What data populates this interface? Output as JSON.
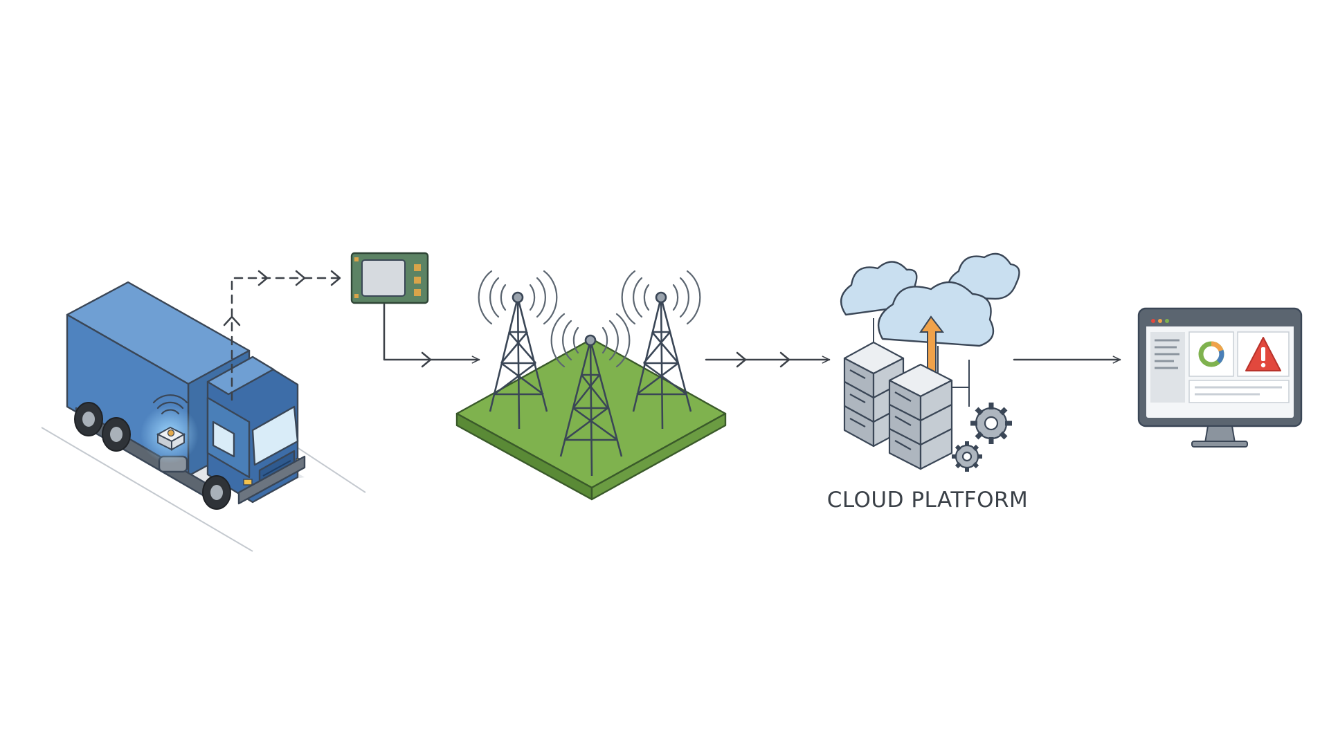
{
  "nodes": [
    {
      "id": "truck",
      "icon": "truck-icon",
      "label": ""
    },
    {
      "id": "tracker",
      "icon": "gps-tracker-module-icon",
      "label": ""
    },
    {
      "id": "network",
      "icon": "cell-towers-icon",
      "label": ""
    },
    {
      "id": "cloud",
      "icon": "cloud-servers-icon",
      "label": "CLOUD PLATFORM"
    },
    {
      "id": "dashboard",
      "icon": "monitor-dashboard-icon",
      "label": ""
    }
  ],
  "edges": [
    {
      "from": "truck",
      "to": "tracker",
      "style": "dashed"
    },
    {
      "from": "tracker",
      "to": "network",
      "style": "solid"
    },
    {
      "from": "network",
      "to": "cloud",
      "style": "solid"
    },
    {
      "from": "cloud",
      "to": "dashboard",
      "style": "solid"
    }
  ],
  "colors": {
    "truck_blue": "#4a7fb8",
    "ground_green": "#7fb24e",
    "cloud_blue": "#c9dff0",
    "upload_arrow": "#f0a24a",
    "alert_red": "#e2483d",
    "line": "#3c4148"
  }
}
